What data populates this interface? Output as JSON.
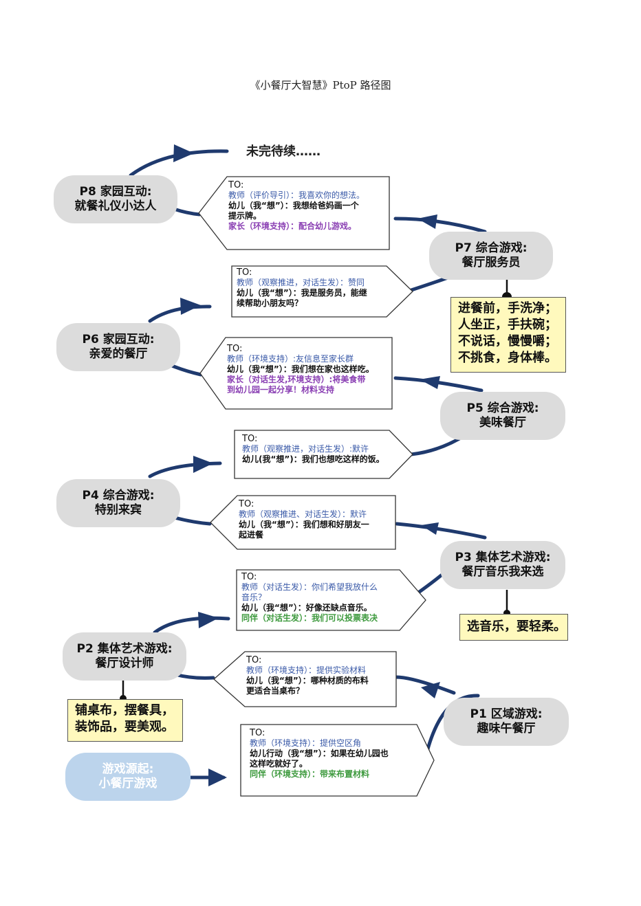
{
  "title": "《小餐厅大智慧》PtoP 路径图",
  "unfinished": "未完待续……",
  "colors": {
    "path": "#1f3a6e",
    "pill": "#dcdcdc",
    "origin_pill": "#bcd4ec",
    "note": "#fff9bd",
    "teacher_text": "#3a5aa8",
    "parent_text": "#8a3fb3",
    "peer_text": "#3e9a3e"
  },
  "stages": [
    {
      "id": "origin",
      "lines": [
        "游戏源起:",
        "小餐厅游戏"
      ]
    },
    {
      "id": "p1",
      "lines": [
        "P1 区域游戏:",
        "趣味午餐厅"
      ]
    },
    {
      "id": "p2",
      "lines": [
        "P2 集体艺术游戏:",
        "餐厅设计师"
      ]
    },
    {
      "id": "p3",
      "lines": [
        "P3 集体艺术游戏:",
        "餐厅音乐我来选"
      ]
    },
    {
      "id": "p4",
      "lines": [
        "P4 综合游戏:",
        "特别来宾"
      ]
    },
    {
      "id": "p5",
      "lines": [
        "P5 综合游戏:",
        "美味餐厅"
      ]
    },
    {
      "id": "p6",
      "lines": [
        "P6 家园互动:",
        "亲爱的餐厅"
      ]
    },
    {
      "id": "p7",
      "lines": [
        "P7 综合游戏:",
        "餐厅服务员"
      ]
    },
    {
      "id": "p8",
      "lines": [
        "P8 家园互动:",
        "就餐礼仪小达人"
      ]
    }
  ],
  "notes": [
    {
      "id": "p2-note",
      "lines": [
        "铺桌布，摆餐具，",
        "装饰品，要美观。"
      ]
    },
    {
      "id": "p3-note",
      "lines": [
        "选音乐，要轻柔。"
      ]
    },
    {
      "id": "p7-note",
      "lines": [
        "进餐前，手洗净；",
        "人坐正，手扶碗；",
        "不说话，慢慢嚼；",
        "不挑食，身体棒。"
      ]
    }
  ],
  "bubbles": [
    {
      "id": "b1",
      "lines": [
        {
          "text": "TO:",
          "role": "head"
        },
        {
          "text": "教师（环境支持）：提供空区角",
          "role": "teacher"
        },
        {
          "text": "幼儿行动（我“想”）：如果在幼儿园也",
          "role": "child"
        },
        {
          "text": "这样吃就好了。",
          "role": "child"
        },
        {
          "text": "同伴（环境支持）：带来布置材料",
          "role": "peer"
        }
      ]
    },
    {
      "id": "b2",
      "lines": [
        {
          "text": "TO:",
          "role": "head"
        },
        {
          "text": "教师（环境支持）：提供实验材料",
          "role": "teacher"
        },
        {
          "text": "幼儿（我“想”）：哪种材质的布料",
          "role": "child"
        },
        {
          "text": "更适合当桌布？",
          "role": "child"
        }
      ]
    },
    {
      "id": "b3",
      "lines": [
        {
          "text": "TO:",
          "role": "head"
        },
        {
          "text": "教师（对话生发）：你们希望我放什么",
          "role": "teacher"
        },
        {
          "text": "音乐？",
          "role": "teacher"
        },
        {
          "text": "幼儿（我“想”）：好像还缺点音乐。",
          "role": "child"
        },
        {
          "text": "同伴（对话生发）：我们可以投票表决",
          "role": "peer"
        }
      ]
    },
    {
      "id": "b4",
      "lines": [
        {
          "text": "TO:",
          "role": "head"
        },
        {
          "text": "教师（观察推进、对话生发）：默许",
          "role": "teacher"
        },
        {
          "text": "幼儿（我“想”）：我们想和好朋友一",
          "role": "child"
        },
        {
          "text": "起进餐",
          "role": "child"
        }
      ]
    },
    {
      "id": "b5",
      "lines": [
        {
          "text": "TO:",
          "role": "head"
        },
        {
          "text": "教师（观察推进，对话生发）:默许",
          "role": "teacher"
        },
        {
          "text": "幼儿(我“想”)：我们也想吃这样的饭。",
          "role": "child"
        }
      ]
    },
    {
      "id": "b6",
      "lines": [
        {
          "text": "TO:",
          "role": "head"
        },
        {
          "text": "教师（环境支持）:友信息至家长群",
          "role": "teacher"
        },
        {
          "text": "幼儿（我“想”）：我们想在家也这样吃。",
          "role": "child"
        },
        {
          "text": "家长（对话生发,环境支持）:将美食带",
          "role": "parent"
        },
        {
          "text": "到幼儿园一起分享！材料支持",
          "role": "parent"
        }
      ]
    },
    {
      "id": "b7",
      "lines": [
        {
          "text": "TO:",
          "role": "head"
        },
        {
          "text": "教师（观察推进，对话生发）：赞同",
          "role": "teacher"
        },
        {
          "text": "幼儿（我“想”）：我是服务员，能继",
          "role": "child"
        },
        {
          "text": "续帮助小朋友吗？",
          "role": "child"
        }
      ]
    },
    {
      "id": "b8",
      "lines": [
        {
          "text": "TO:",
          "role": "head"
        },
        {
          "text": "教师（评价导引）：我喜欢你的想法。",
          "role": "teacher"
        },
        {
          "text": "幼儿（我“想”）：我想给爸妈画一个",
          "role": "child"
        },
        {
          "text": "提示牌。",
          "role": "child"
        },
        {
          "text": "家长（环境支持）：配合幼儿游戏。",
          "role": "parent"
        }
      ]
    }
  ]
}
